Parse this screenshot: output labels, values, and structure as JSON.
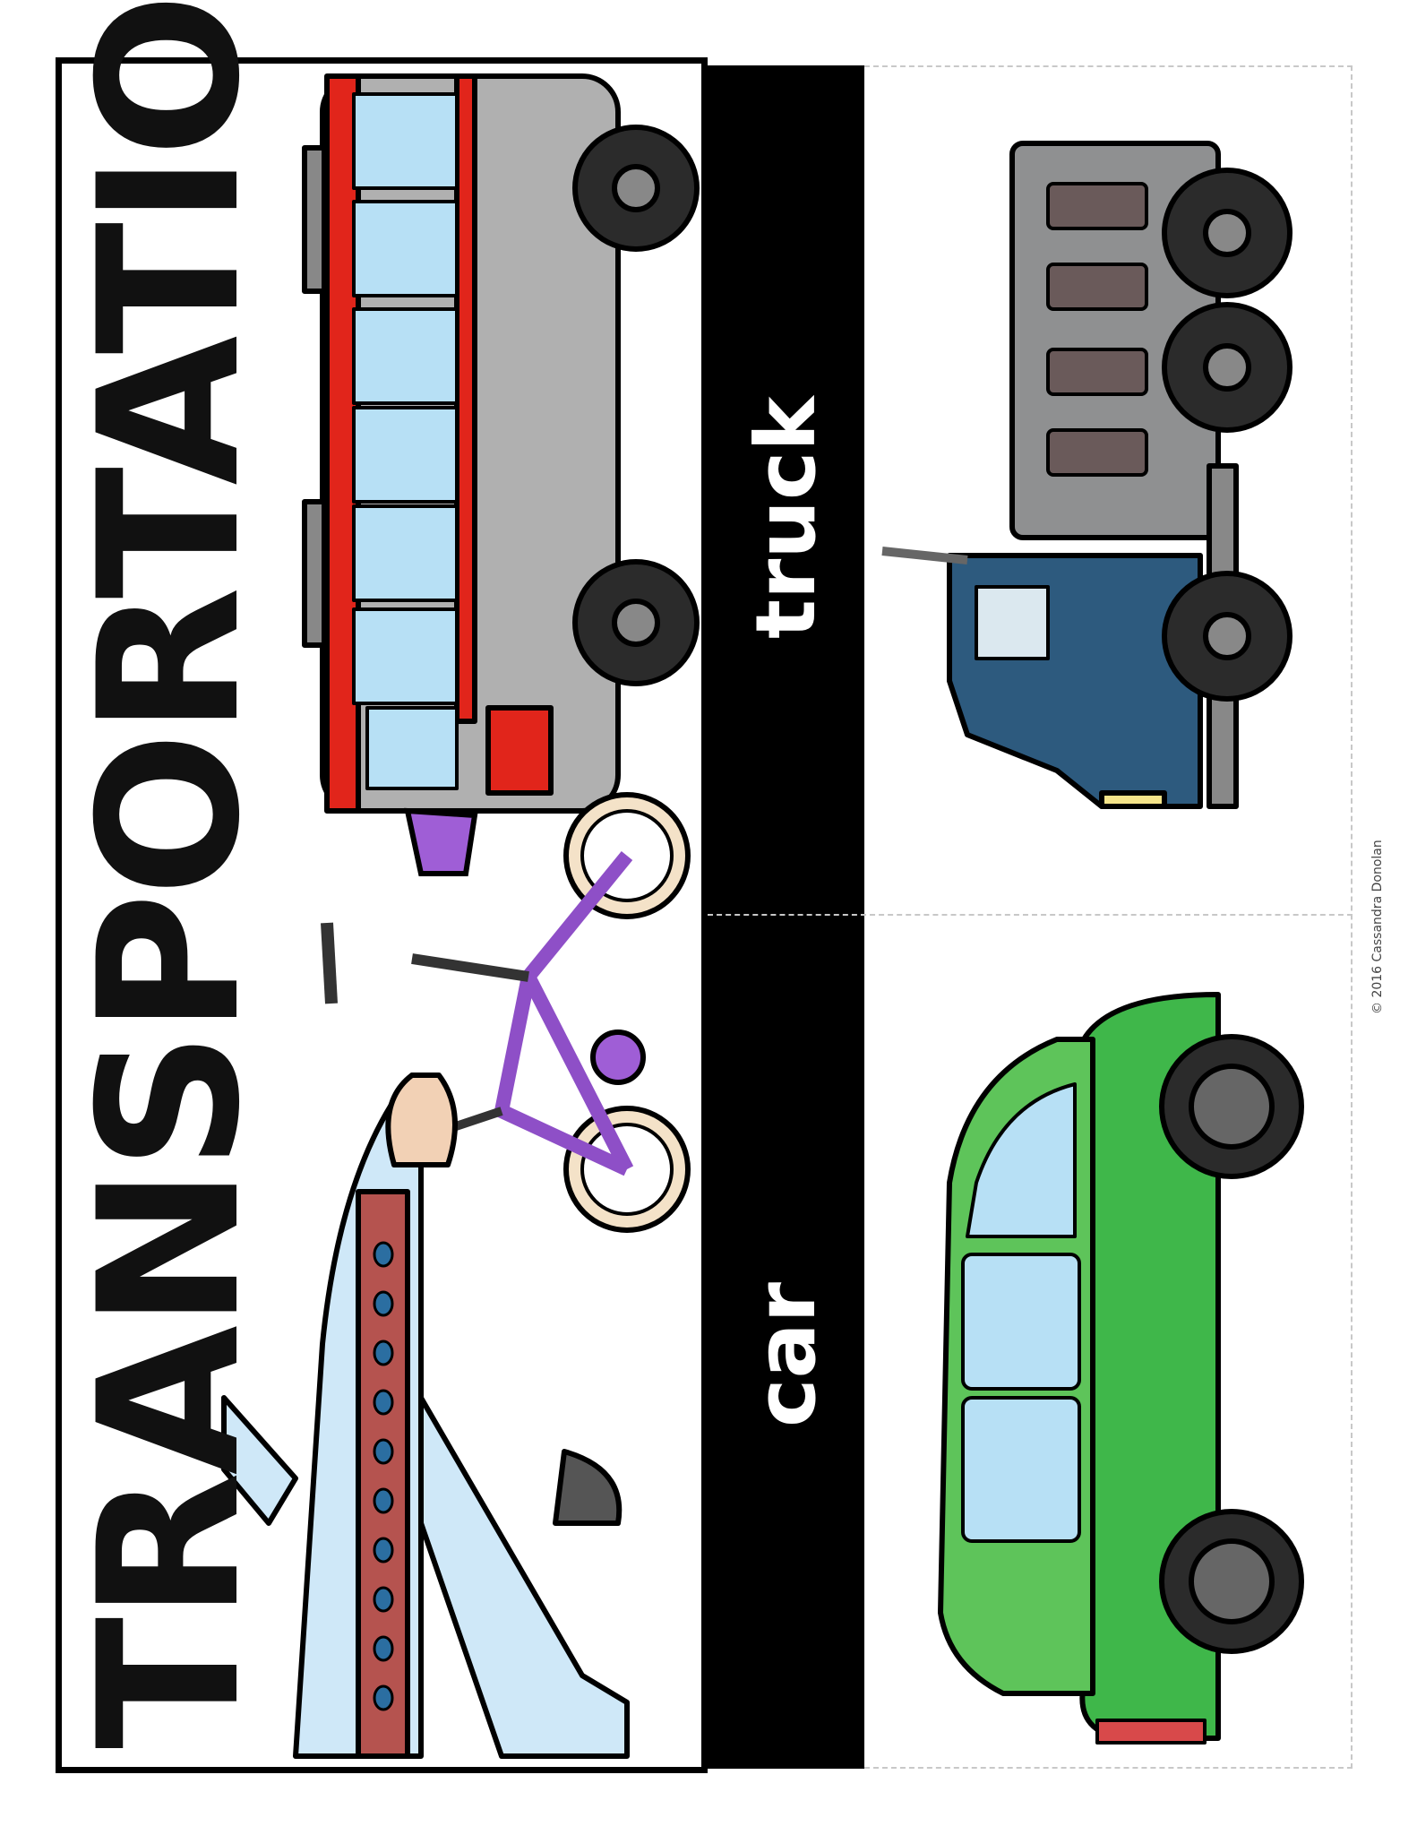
{
  "title": "TRANSPORTATION",
  "labels": {
    "top": "truck",
    "bottom": "car"
  },
  "credit": "© 2016 Cassandra Donolan",
  "colors": {
    "bus_red": "#e1251b",
    "bus_window": "#b7e0f5",
    "bike_purple": "#8e4fc7",
    "plane_body": "#cfe8f8",
    "plane_stripe": "#b5534f",
    "truck_cab": "#2d5a7e",
    "truck_body": "#8f9091",
    "car_green": "#3fb74a",
    "tire": "#2b2b2b"
  },
  "icons": [
    "bus-icon",
    "bicycle-icon",
    "airplane-icon",
    "truck-icon",
    "car-icon"
  ]
}
